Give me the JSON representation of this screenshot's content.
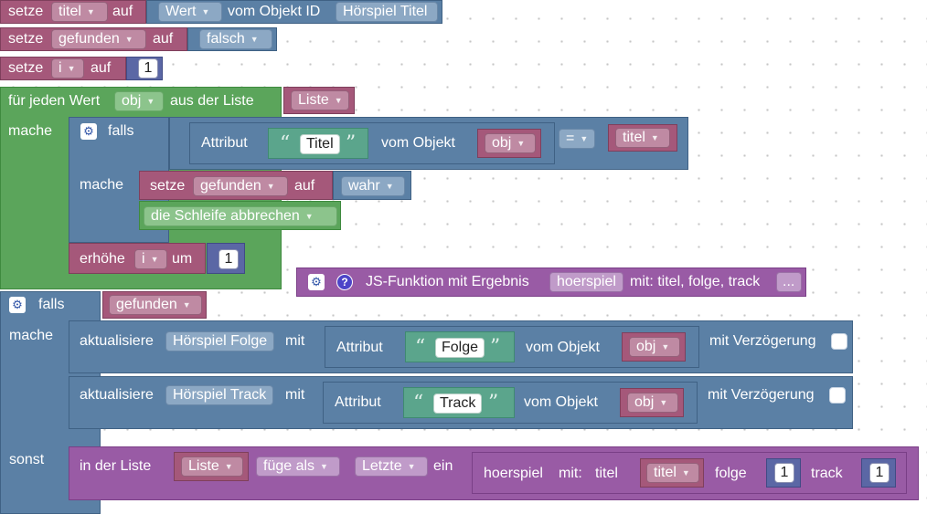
{
  "colors": {
    "variables": "#a5587a",
    "logic": "#5b80a5",
    "loops": "#5ba55b",
    "functions": "#995ba5",
    "math": "#5b67a5",
    "text": "#5ba58c"
  },
  "icons": {
    "gear": "gear-icon",
    "help": "help-icon",
    "dropdown": "dropdown-arrow-icon"
  },
  "dropdown_glyph": "▼",
  "quote_open": "“",
  "quote_close": "”",
  "b1": {
    "kw1": "setze",
    "var": "titel",
    "kw2": "auf",
    "prop": "Wert",
    "kw3": "vom Objekt ID",
    "obj": "Hörspiel Titel"
  },
  "b2": {
    "kw1": "setze",
    "var": "gefunden",
    "kw2": "auf",
    "val": "falsch"
  },
  "b3": {
    "kw1": "setze",
    "var": "i",
    "kw2": "auf",
    "num": "1"
  },
  "loop": {
    "kw1": "für jeden Wert",
    "var": "obj",
    "kw2": "aus der Liste",
    "list": "Liste",
    "do": "mache"
  },
  "if1": {
    "kw": "falls",
    "do": "mache",
    "attr_kw": "Attribut",
    "attr": "Titel",
    "obj_kw": "vom Objekt",
    "obj": "obj",
    "op": "=",
    "right": "titel",
    "set_kw1": "setze",
    "set_var": "gefunden",
    "set_kw2": "auf",
    "set_val": "wahr",
    "break": "die Schleife abbrechen"
  },
  "inc": {
    "kw1": "erhöhe",
    "var": "i",
    "kw2": "um",
    "num": "1"
  },
  "jsfunc": {
    "label": "JS-Funktion mit Ergebnis",
    "name": "hoerspiel",
    "params": "mit: titel, folge, track",
    "more": "..."
  },
  "if2": {
    "kw": "falls",
    "cond": "gefunden",
    "do": "mache",
    "else": "sonst",
    "upd1": {
      "kw": "aktualisiere",
      "target": "Hörspiel Folge",
      "kw2": "mit",
      "attr_kw": "Attribut",
      "attr": "Folge",
      "obj_kw": "vom Objekt",
      "obj": "obj",
      "delay": "mit Verzögerung"
    },
    "upd2": {
      "kw": "aktualisiere",
      "target": "Hörspiel Track",
      "kw2": "mit",
      "attr_kw": "Attribut",
      "attr": "Track",
      "obj_kw": "vom Objekt",
      "obj": "obj",
      "delay": "mit Verzögerung"
    },
    "ins": {
      "kw1": "in der Liste",
      "list": "Liste",
      "kw2": "füge als",
      "pos": "Letzte",
      "kw3": "ein",
      "call": "hoerspiel",
      "call_kw": "mit:",
      "p1": "titel",
      "p1_val": "titel",
      "p2": "folge",
      "p2_val": "1",
      "p3": "track",
      "p3_val": "1"
    }
  }
}
